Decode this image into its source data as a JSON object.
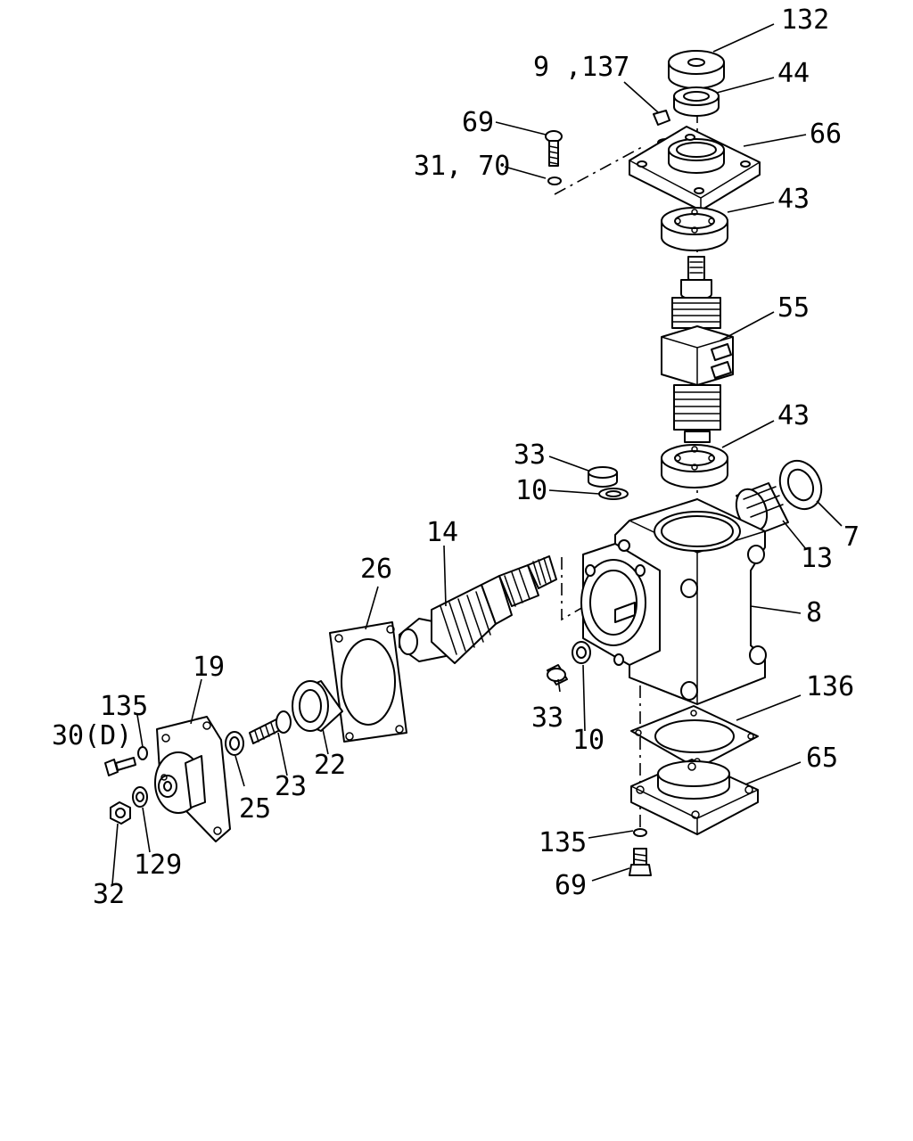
{
  "diagram": {
    "kind": "exploded parts diagram",
    "line_color": "#000000",
    "background": "#ffffff"
  },
  "callouts": {
    "c132": "132",
    "c9_137": "9 ,137",
    "c44": "44",
    "c69_top": "69",
    "c66": "66",
    "c31_70": "31, 70",
    "c43_top": "43",
    "c55": "55",
    "c43_mid": "43",
    "c33_top": "33",
    "c10_top": "10",
    "c7": "7",
    "c13": "13",
    "c14": "14",
    "c26": "26",
    "c8": "8",
    "c19": "19",
    "c135_left": "135",
    "c30d": "30(D)",
    "c136": "136",
    "c33_mid": "33",
    "c10_mid": "10",
    "c22": "22",
    "c23": "23",
    "c25": "25",
    "c65": "65",
    "c129": "129",
    "c135_bottom": "135",
    "c32": "32",
    "c69_bottom": "69"
  }
}
